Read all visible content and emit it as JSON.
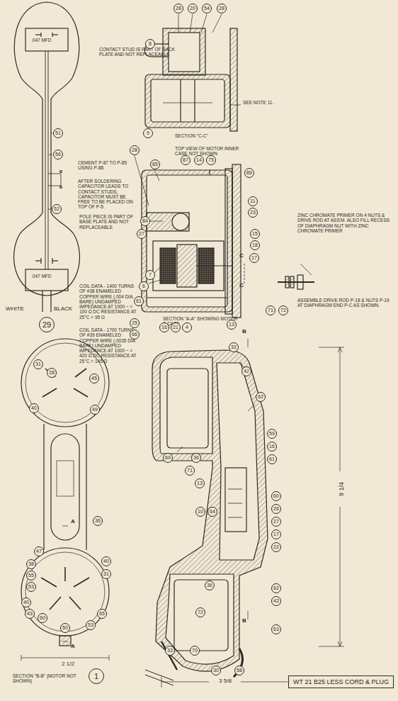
{
  "diagram": {
    "nodes": [
      {
        "text": [
          "WT 21 B25 LESS CORD & PLUG"
        ]
      }
    ],
    "labels": [
      "CONTACT STUD IS PART OF BACK PLATE AND NOT REPLACEABLE",
      "SEE NOTE 11.",
      "SECTION \"C-C\"",
      "TOP VIEW OF MOTOR INNER CASE NOT SHOWN",
      "28",
      "20",
      "54",
      "28",
      "8",
      "9",
      ".047 MFD",
      ".047 MFD",
      "51",
      "56",
      "52",
      "WHITE",
      "BLACK",
      "29",
      "CEMENT P-87 TO P-85 USING P-88.",
      "AFTER SOLDERING CAPACITOR LEADS TO CONTACT STUDS, CAPACITOR MUST BE FREE TO BE PLACED ON TOP OF P-5.",
      "POLE PIECE IS PART OF BASE PLATE AND NOT REPLACEABLE",
      "COIL DATA - 1400 TURNS OF #38 ENAMELED COPPER WIRE (.004 DIA BARE) UNDAMPED IMPEDANCE AT 1000 ~ = 100 Ω DC RESISTANCE AT 25°C = 95 Ω",
      "COIL DATA - 1700 TURNS OF #39 ENAMELED COPPER WIRE (.0035 DIA BARE) UNDAMPED IMPEDANCE AT 1000 ~ = 420 Ω DC RESISTANCE AT 25°C = 145 Ω",
      "SECTION \"A-A\" SHOWING MOTOR & CASE",
      "71",
      "72",
      "ZINC CHROMATE PRIMER ON 4 NUTS & DRIVE ROD AT ASS'M. ALSO FILL RECESS OF DIAPHRAGM NUT WITH ZINC CHROMATE PRIMER",
      "ASSEMBLE DRIVE ROD P-18 & NUTS P-19 AT DIAPHRAGM END P-C AS SHOWN.",
      "28",
      "87",
      "14",
      "75",
      "85",
      "86",
      "84",
      "27",
      "7",
      "6",
      "11",
      "23",
      "15",
      "18",
      "17",
      "13",
      "16",
      "21",
      "4",
      "25",
      "66",
      "61",
      "C",
      "C",
      "31",
      "28",
      "45",
      "40",
      "49",
      "36",
      "47",
      "38",
      "55",
      "53",
      "40",
      "43",
      "60",
      "65",
      "53",
      "40",
      "31",
      "50",
      "A",
      "A",
      "2 1/2",
      "SECTION \"B-B\" (MOTOR NOT SHOWN)",
      "1",
      "B",
      "B",
      "32",
      "42",
      "69",
      "36",
      "71",
      "62",
      "59",
      "16",
      "61",
      "13",
      "10",
      "64",
      "60",
      "26",
      "27",
      "17",
      "22",
      "36",
      "62",
      "42",
      "63",
      "72",
      "70",
      "33",
      "30",
      "58",
      "9 1/4",
      "3 5/8"
    ]
  }
}
